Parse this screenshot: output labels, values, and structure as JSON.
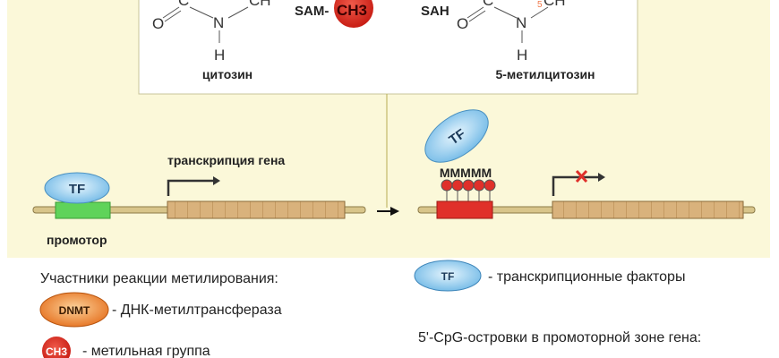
{
  "reaction": {
    "cytosine": {
      "atoms": {
        "o": "O",
        "c": "C",
        "n": "N",
        "ch": "CH",
        "h": "H"
      },
      "label": "цитозин"
    },
    "sam": "SAM-",
    "ch3": "CH3",
    "sah": "SAH",
    "methylcytosine": {
      "atoms": {
        "o": "O",
        "c": "C",
        "n": "N",
        "five": "5",
        "ch": "CH",
        "h": "H"
      },
      "label": "5-метилцитозин"
    }
  },
  "left_gene": {
    "tf": "TF",
    "transcription_label": "транскрипция гена",
    "promoter_label": "промотор"
  },
  "right_gene": {
    "tf": "TF",
    "methyl_marks": "MMMMM"
  },
  "legend": {
    "participants_title": "Участники реакции метилирования:",
    "dnmt_badge": "DNMT",
    "dnmt_text": "- ДНК-метилтрансфераза",
    "ch3_badge": "CH3",
    "ch3_text": "- метильная группа",
    "tf_badge": "TF",
    "tf_text": "- транскрипционные факторы",
    "cpg_text": "5'-CpG-островки в промоторной зоне гена:"
  },
  "colors": {
    "background": "#fbf8d9",
    "tf": "#a9d7f2",
    "promoter": "#5fd35a",
    "methylated": "#e0302a",
    "gene": "#d8b07a",
    "dnmt": "#f08a3a"
  }
}
